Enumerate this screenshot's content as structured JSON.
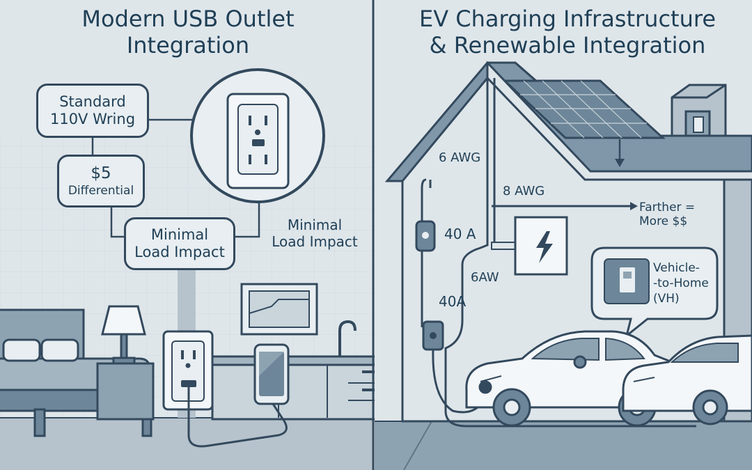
{
  "left_panel": {
    "title_line1": "Modern USB Outlet",
    "title_line2": "Integration",
    "labels": {
      "standard_wiring_line1": "Standard",
      "standard_wiring_line2": "110V Wring",
      "differential_line1": "$5",
      "differential_line2": "Differential",
      "minimal_load_box_line1": "Minimal",
      "minimal_load_box_line2": "Load Impact",
      "minimal_load_free_line1": "Minimal",
      "minimal_load_free_line2": "Load Impact"
    }
  },
  "right_panel": {
    "title_line1": "EV Charging Infrastructure",
    "title_line2": "& Renewable Integration",
    "labels": {
      "wire_6awg": "6 AWG",
      "wire_8awg": "8 AWG",
      "farther_line1": "Farther =",
      "farther_line2": "More $$",
      "amp_40a_upper": "40 A",
      "wire_6aw": "6AW",
      "amp_40a_lower": "40A",
      "v2h_line1": "Vehicle-",
      "v2h_line2": "-to-Home",
      "v2h_line3": "(VH)"
    }
  },
  "colors": {
    "ink": "#33495d",
    "text": "#1f3f56",
    "background": "#dfe6ea",
    "roof": "#7f97a8",
    "solar_panel": "#6d8699",
    "outline": "#33495d"
  },
  "icons": [
    "usb-outlet-icon",
    "smartphone-icon",
    "solar-panel-icon",
    "lightning-bolt-icon",
    "ev-charger-icon",
    "electric-car-icon",
    "bed-icon",
    "lamp-icon",
    "faucet-icon"
  ]
}
